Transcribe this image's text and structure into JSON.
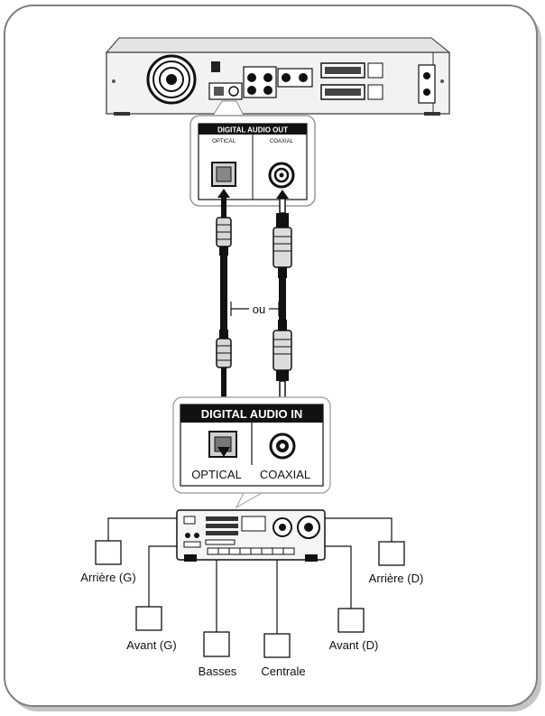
{
  "dvd_panel": {
    "title": "DIGITAL AUDIO OUT",
    "optical_label": "OPTICAL",
    "coaxial_label": "COAXIAL"
  },
  "receiver_panel": {
    "title": "DIGITAL AUDIO IN",
    "optical_label": "OPTICAL",
    "coaxial_label": "COAXIAL"
  },
  "or_label": "ou",
  "speakers": {
    "rear_left": "Arrière (G)",
    "front_left": "Avant (G)",
    "subwoofer": "Basses",
    "center": "Centrale",
    "front_right": "Avant (D)",
    "rear_right": "Arrière (D)"
  },
  "colors": {
    "frame_border": "#777777",
    "frame_shadow": "#bdbdbd",
    "line": "#111111",
    "panel_fill": "#d9d9d9",
    "title_bar": "#111111"
  }
}
